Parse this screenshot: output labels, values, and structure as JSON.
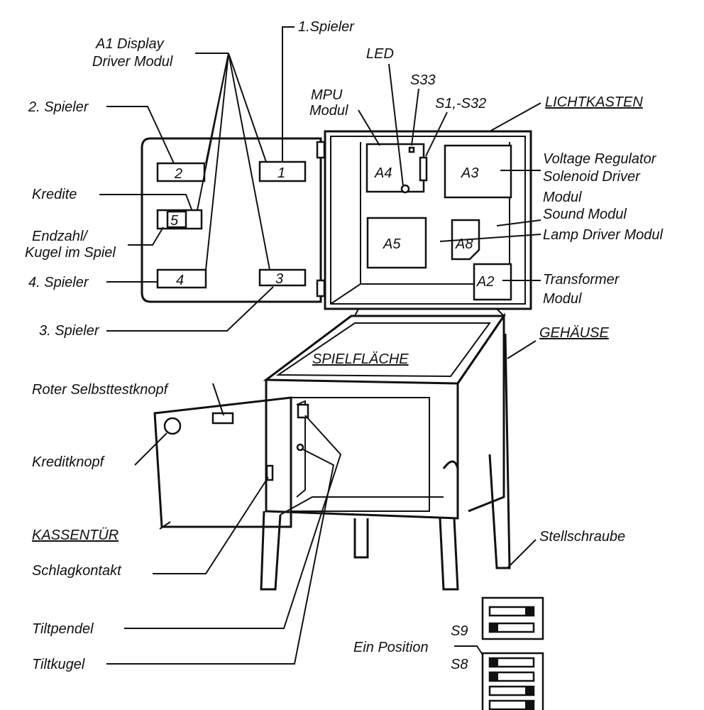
{
  "labels": {
    "player1": "1.Spieler",
    "display_driver_1": "A1 Display",
    "display_driver_2": "Driver Modul",
    "player2": "2. Spieler",
    "led": "LED",
    "s33": "S33",
    "mpu_1": "MPU",
    "mpu_2": "Modul",
    "s1_s32": "S1,-S32",
    "lichtkasten": "LICHTKASTEN",
    "voltage_regulator": "Voltage Regulator",
    "solenoid_driver": "Solenoid Driver",
    "solenoid_modul": "Modul",
    "sound_modul": "Sound Modul",
    "lamp_driver": "Lamp Driver Modul",
    "transformer": "Transformer",
    "transformer_modul": "Modul",
    "kredite": "Kredite",
    "endzahl": "Endzahl/",
    "kugel_im_spiel": "Kugel im Spiel",
    "player4": "4. Spieler",
    "player3": "3. Spieler",
    "gehaeuse": "GEHÄUSE",
    "spielflaeche": "SPIELFLÄCHE",
    "selbsttestknopf": "Roter Selbsttestknopf",
    "kreditknopf": "Kreditknopf",
    "kassentuer": "KASSENTÜR",
    "stellschraube": "Stellschraube",
    "schlagkontakt": "Schlagkontakt",
    "tiltpendel": "Tiltpendel",
    "tiltkugel": "Tiltkugel",
    "ein_position": "Ein Position",
    "s9": "S9",
    "s8": "S8"
  },
  "modules": {
    "a4": "A4",
    "a3": "A3",
    "a5": "A5",
    "a8": "A8",
    "a2": "A2"
  },
  "displays": {
    "d1": "1",
    "d2": "2",
    "d3": "3",
    "d4": "4",
    "d5": "5"
  }
}
